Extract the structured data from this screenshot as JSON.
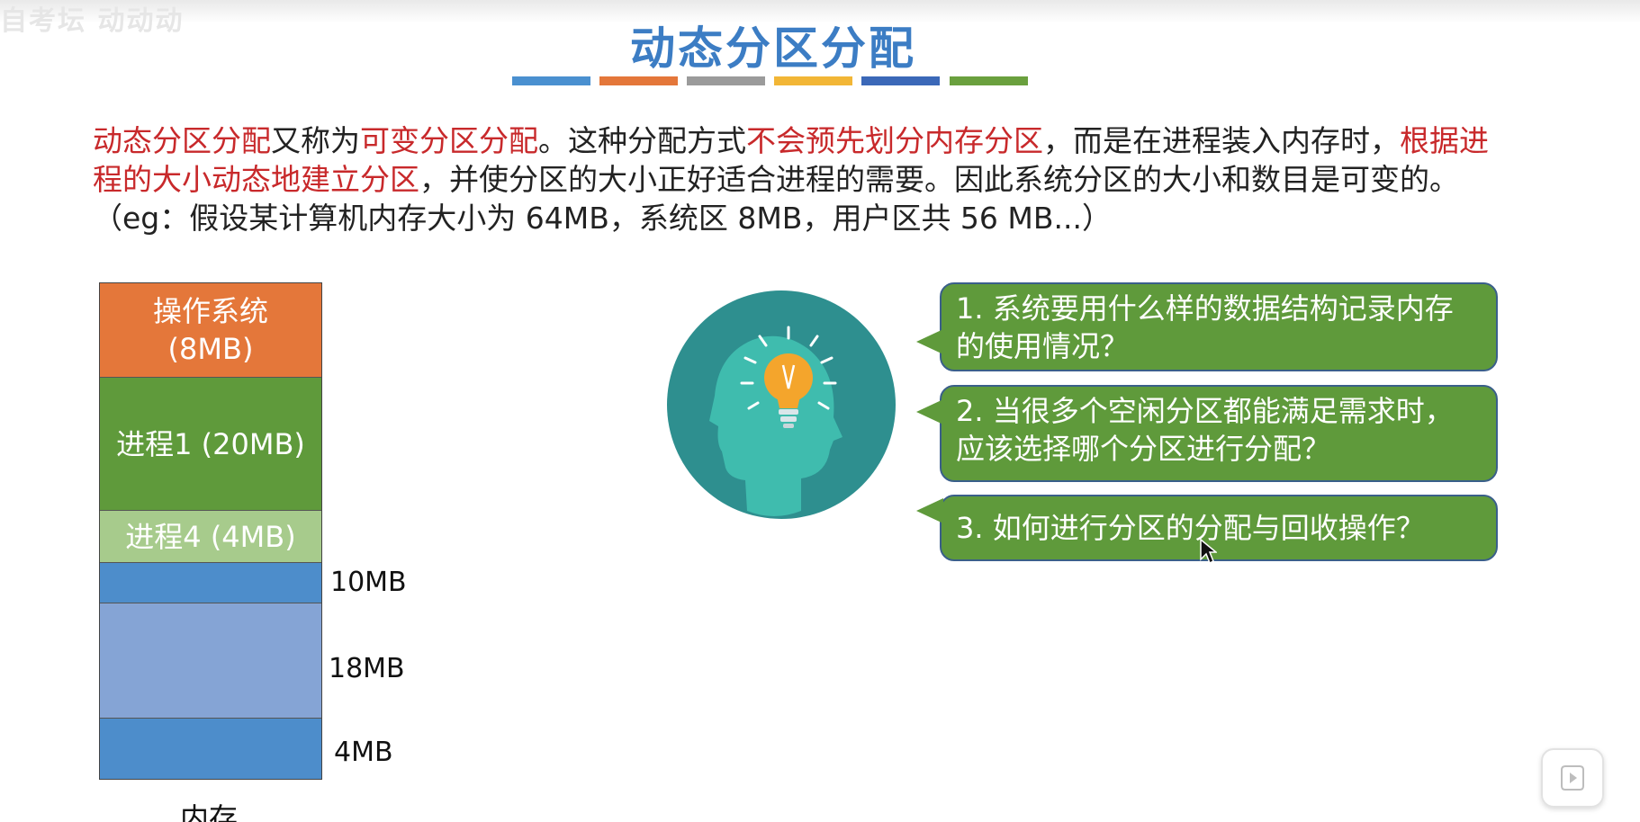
{
  "watermark": "自考坛 动动动",
  "title": "动态分区分配",
  "title_bar_colors": [
    "#4a90d0",
    "#e4773a",
    "#9b9b9b",
    "#f2b636",
    "#3b68b8",
    "#6aa03e"
  ],
  "paragraph": {
    "s1": "动态分区分配",
    "s2": "又称为",
    "s3": "可变分区分配",
    "s4": "。这种分配方式",
    "s5": "不会预先划分内存分区",
    "s6": "，而是在进程装入内存时，",
    "s7": "根据进程的大小动态地建立分区",
    "s8": "，并使分区的大小正好适合进程的需要。因此系统分区的大小和数目是可变的。（eg：假设某计算机内存大小为 64MB，系统区 8MB，用户区共 56 MB...）"
  },
  "memory": {
    "os_line1": "操作系统",
    "os_line2": "(8MB)",
    "process1": "进程1 (20MB)",
    "process4": "进程4 (4MB)",
    "free1": "10MB",
    "free2": "18MB",
    "free3": "4MB",
    "caption": "内存"
  },
  "questions": {
    "q1": "1. 系统要用什么样的数据结构记录内存的使用情况？",
    "q2": "2. 当很多个空闲分区都能满足需求时，应该选择哪个分区进行分配？",
    "q3": "3. 如何进行分区的分配与回收操作？"
  },
  "colors": {
    "title": "#3c7dc4",
    "highlight": "#c8292b",
    "os_block": "#e4773a",
    "process_block": "#5f9a3b",
    "process_light_block": "#a7cb8c",
    "free_block": "#4d8dcb",
    "free_light_block": "#85a4d5",
    "bubble": "#5f9a3b"
  },
  "icons": {
    "head": "head-lightbulb-icon",
    "cursor": "mouse-cursor-icon",
    "play": "play-icon"
  }
}
